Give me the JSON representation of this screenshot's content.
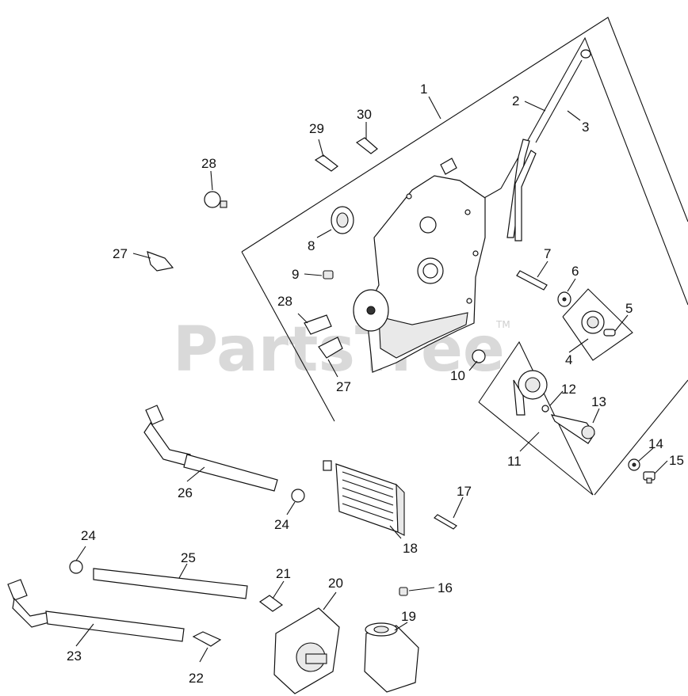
{
  "watermark": {
    "text": "PartsTree",
    "trademark": "TM"
  },
  "callouts": {
    "c1": "1",
    "c2": "2",
    "c3": "3",
    "c4": "4",
    "c5": "5",
    "c6": "6",
    "c7": "7",
    "c8": "8",
    "c9": "9",
    "c10": "10",
    "c11": "11",
    "c12": "12",
    "c13": "13",
    "c14": "14",
    "c15": "15",
    "c16": "16",
    "c17": "17",
    "c18": "18",
    "c19": "19",
    "c20": "20",
    "c21": "21",
    "c22": "22",
    "c23": "23",
    "c24a": "24",
    "c24b": "24",
    "c25": "25",
    "c26": "26",
    "c27a": "27",
    "c27b": "27",
    "c28a": "28",
    "c28b": "28",
    "c29": "29",
    "c30": "30"
  }
}
